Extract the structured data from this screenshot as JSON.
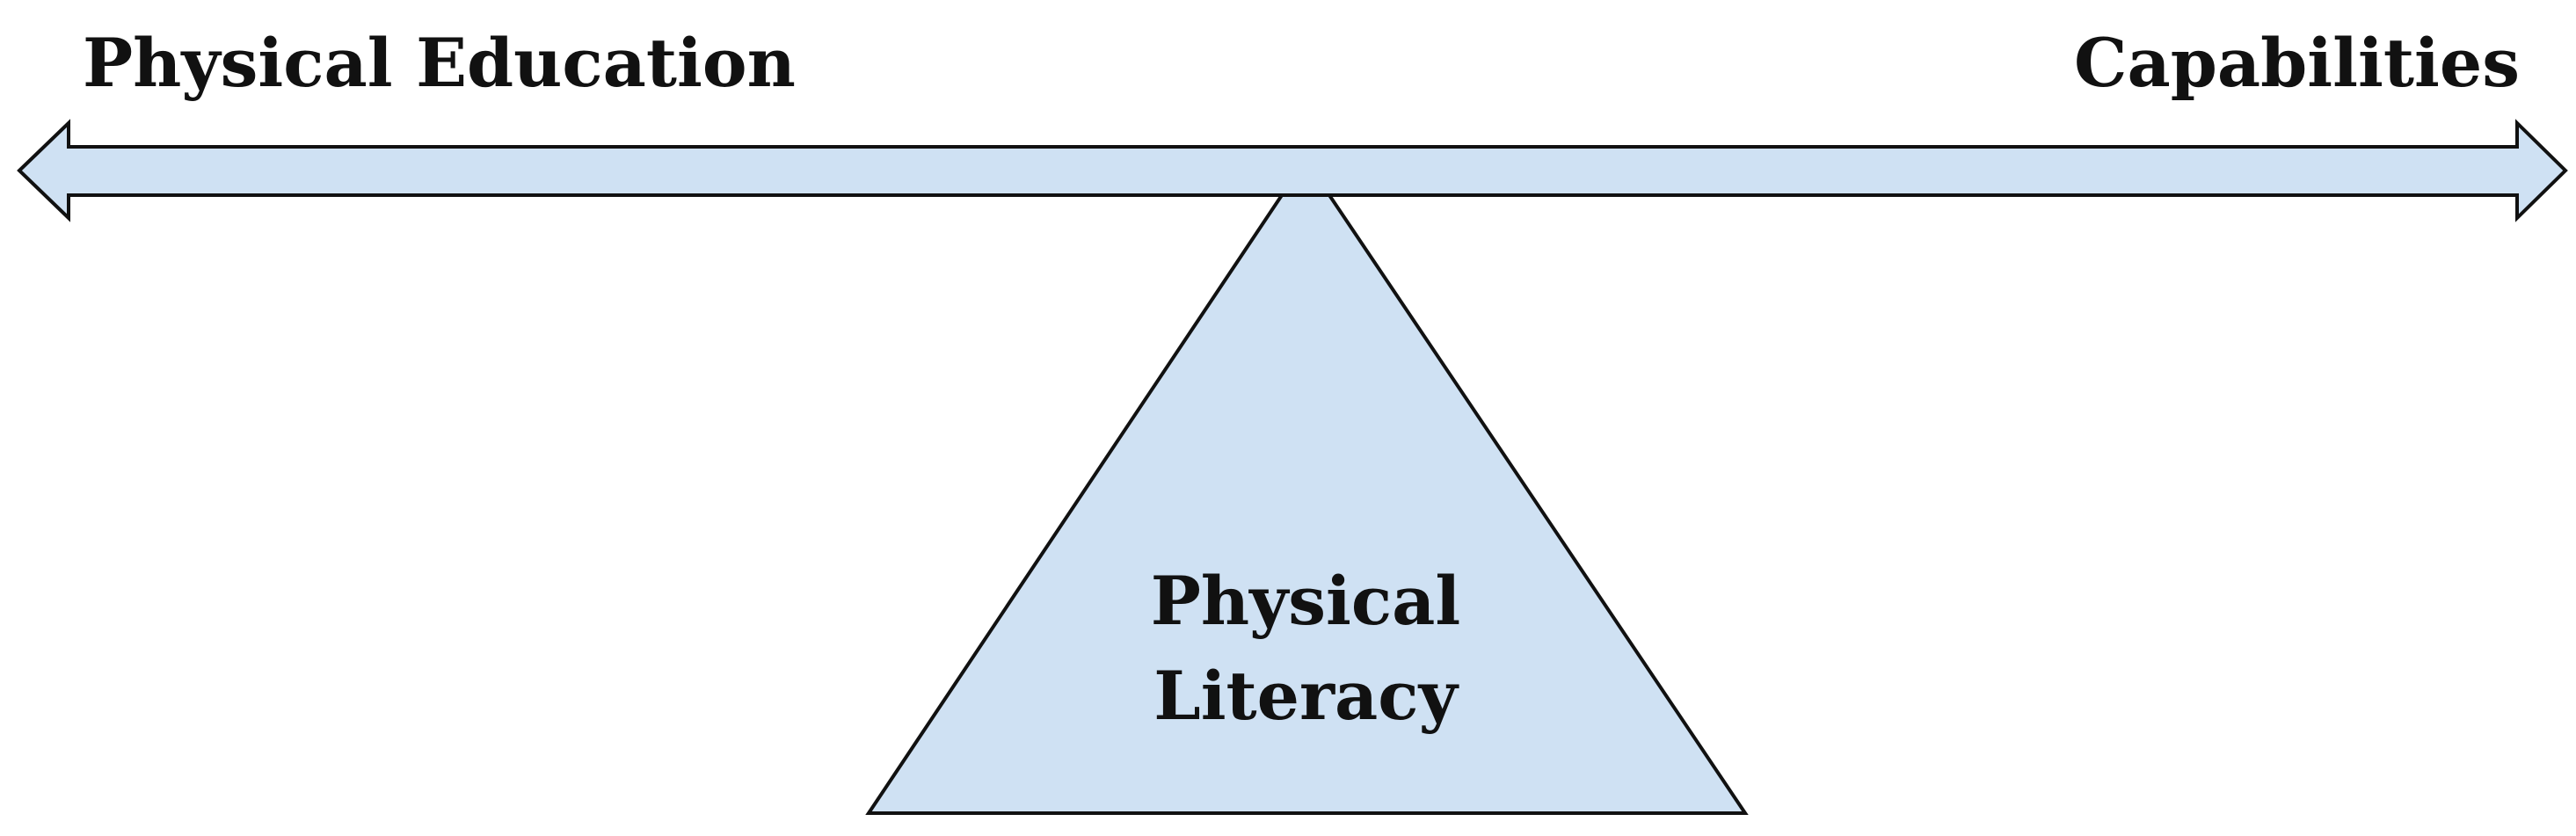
{
  "left_label": "Physical Education",
  "right_label": "Capabilities",
  "fulcrum": {
    "line1": "Physical",
    "line2": "Literacy"
  },
  "colors": {
    "fill": "#cfe1f3",
    "stroke": "#111111",
    "text": "#111111"
  }
}
